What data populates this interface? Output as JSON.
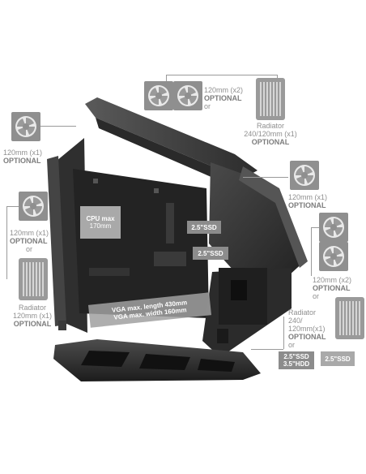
{
  "top_fans": {
    "size": "120mm (x2)",
    "optional": "OPTIONAL",
    "or": "or"
  },
  "top_radiator": {
    "line1": "Radiator",
    "line2": "240/120mm (x1)",
    "optional": "OPTIONAL"
  },
  "rear_fan": {
    "size": "120mm (x1)",
    "optional": "OPTIONAL"
  },
  "left_fan": {
    "size": "120mm (x1)",
    "optional": "OPTIONAL",
    "or": "or"
  },
  "left_radiator": {
    "line1": "Radiator",
    "line2": "120mm (x1)",
    "optional": "OPTIONAL"
  },
  "right_top_fan": {
    "size": "120mm (x1)",
    "optional": "OPTIONAL"
  },
  "right_fans": {
    "size": "120mm (x2)",
    "optional": "OPTIONAL",
    "or": "or"
  },
  "right_radiator": {
    "line1": "Radiator",
    "line2": "240/",
    "line3": "120mm(x1)",
    "optional": "OPTIONAL",
    "or": "or"
  },
  "cpu": {
    "line1": "CPU max",
    "line2": "170mm"
  },
  "ssd_tag_1": "2.5\"SSD",
  "ssd_tag_2": "2.5\"SSD",
  "vga": {
    "line1": "VGA max. length 430mm",
    "line2": "VGA max. width 160mm"
  },
  "bottom_tag_left": {
    "line1": "2.5\"SSD",
    "line2": "3.5\"HDD"
  },
  "bottom_tag_right": "2.5\"SSD",
  "colors": {
    "case": "#3b3b3b",
    "case_dark": "#1f1f1f",
    "label": "#8f8f8f",
    "tag": "#8c8c8c"
  },
  "icons": [
    "fan-icon",
    "radiator-icon"
  ]
}
